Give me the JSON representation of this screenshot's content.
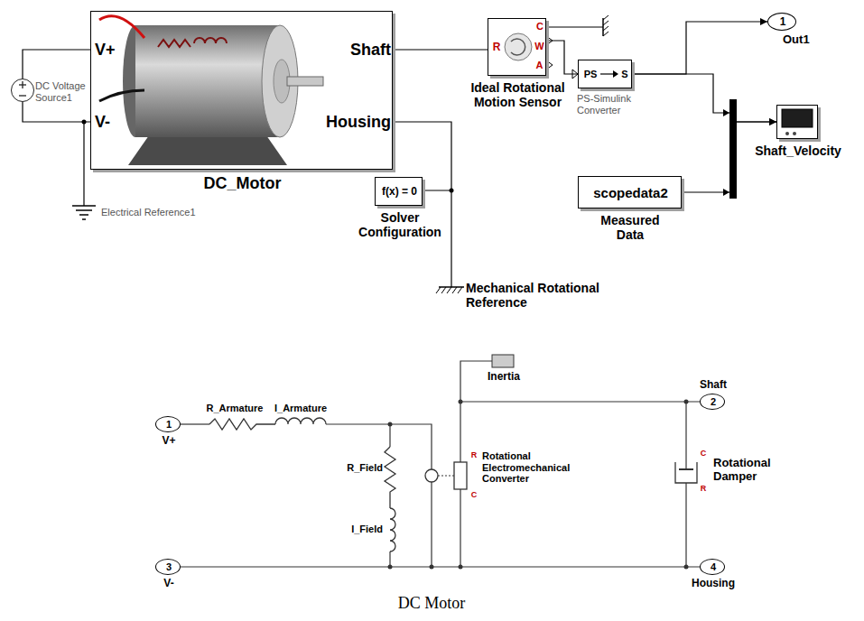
{
  "diagram": {
    "caption": "DC Motor",
    "nodes": [
      {
        "text": [
          "DC Voltage Source1"
        ]
      },
      {
        "text": [
          "V+",
          "Shaft",
          "V-",
          "Housing",
          "DC_Motor"
        ]
      },
      {
        "text": [
          "C",
          "R",
          "W",
          "A",
          "Ideal Rotational Motion Sensor"
        ]
      },
      {
        "text": [
          "1",
          "Out1"
        ]
      },
      {
        "text": [
          "PS",
          "S",
          "PS-Simulink Converter"
        ]
      },
      {
        "text": [
          "Shaft_Velocity"
        ]
      },
      {
        "text": [
          "scopedata2",
          "Measured Data"
        ]
      },
      {
        "text": [
          "f(x) = 0",
          "Solver Configuration"
        ]
      },
      {
        "text": [
          "1",
          "V+"
        ]
      },
      {
        "text": [
          "2",
          "Shaft"
        ]
      },
      {
        "text": [
          "3",
          "V-"
        ]
      },
      {
        "text": [
          "4",
          "Housing"
        ]
      }
    ],
    "edges": [
      {
        "from": 0,
        "to": 1,
        "arrow": "none"
      },
      {
        "from": 0,
        "to": 1,
        "arrow": "none"
      },
      {
        "from": 1,
        "to": 2,
        "arrow": "none"
      },
      {
        "from": 1,
        "to": 7,
        "arrow": "none"
      },
      {
        "from": 2,
        "to": 4,
        "arrow": "none"
      },
      {
        "from": 4,
        "to": 3,
        "arrow": "to"
      },
      {
        "from": 4,
        "to": 5,
        "arrow": "to"
      },
      {
        "from": 6,
        "to": 5,
        "arrow": "to"
      }
    ],
    "labels": [
      "Electrical Reference1",
      "Mechanical Rotational Reference",
      "R_Armature",
      "I_Armature",
      "Inertia",
      "R_Field",
      "R",
      "Rotational Electromechanical Converter",
      "C",
      "C",
      "Rotational Damper",
      "R",
      "I_Field"
    ]
  }
}
